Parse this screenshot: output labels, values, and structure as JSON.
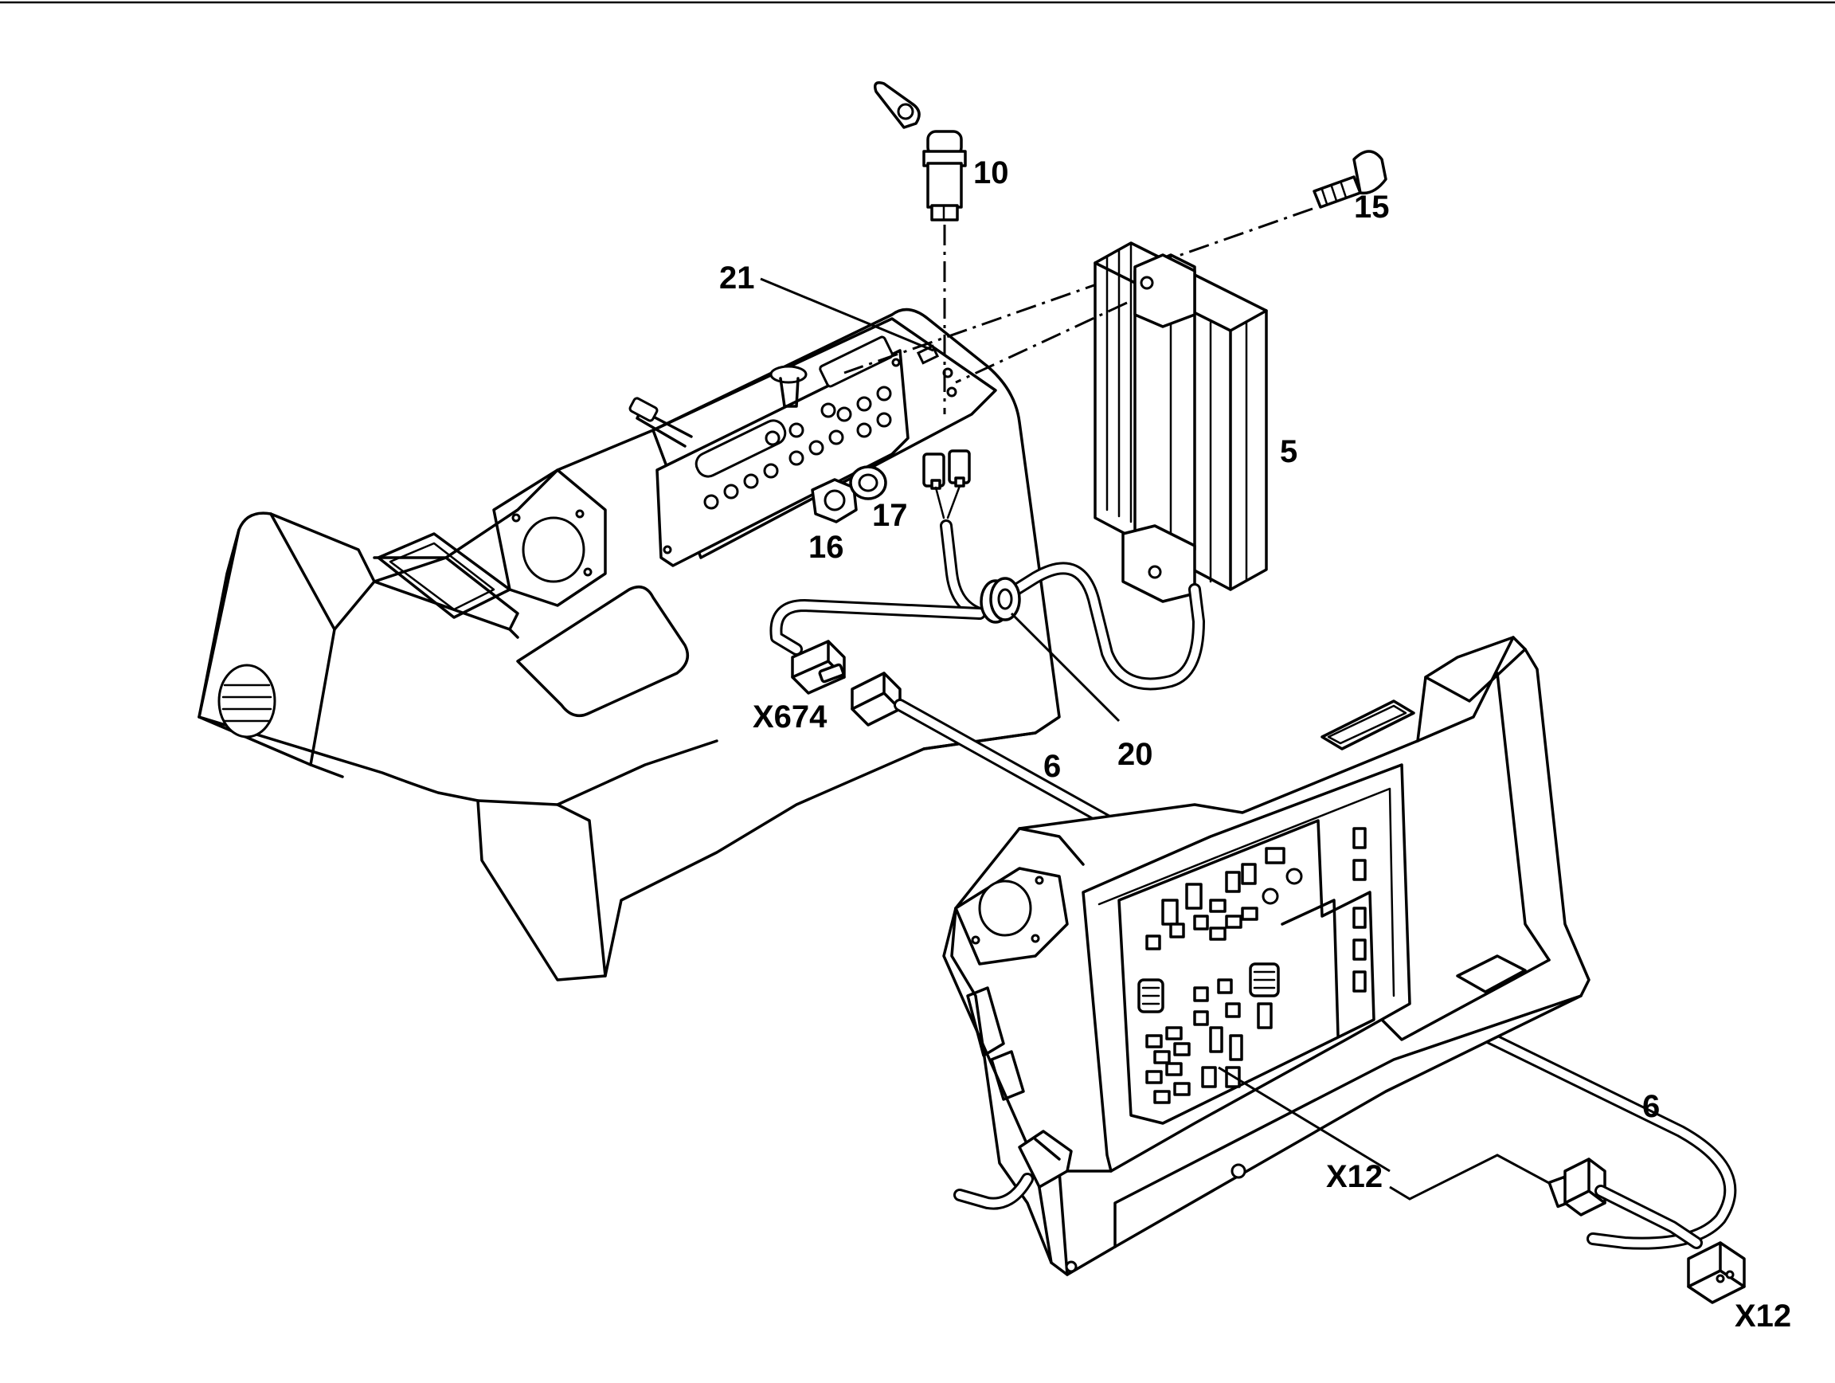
{
  "callouts": {
    "c10": "10",
    "c15": "15",
    "c21": "21",
    "c5": "5",
    "c16": "16",
    "c17": "17",
    "cX674": "X674",
    "c20": "20",
    "c6a": "6",
    "c6b": "6",
    "cX12a": "X12",
    "cX12b": "X12"
  }
}
